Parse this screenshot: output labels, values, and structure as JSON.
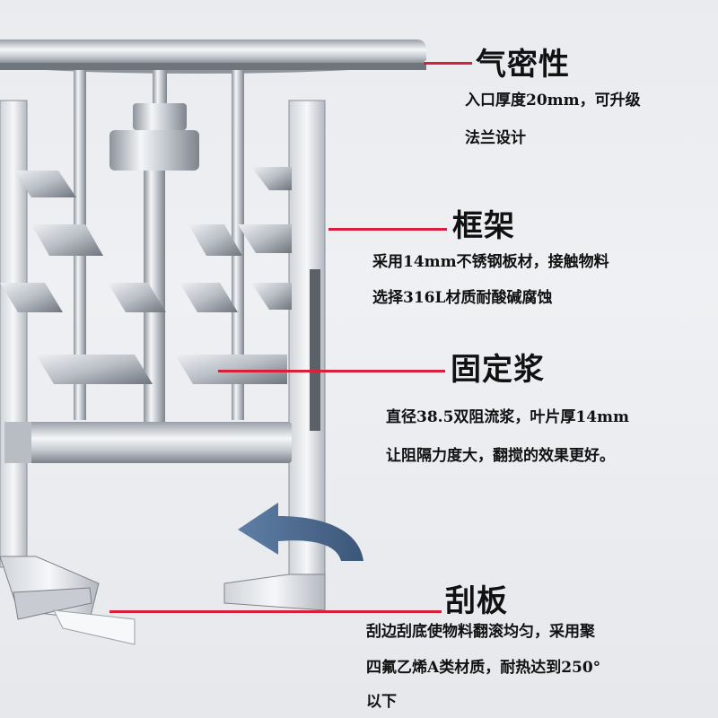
{
  "callouts": [
    {
      "title": "气密性",
      "lines": [
        "入口厚度20mm，可升级",
        "法兰设计"
      ],
      "line_color": "#d8203a"
    },
    {
      "title": "框架",
      "lines": [
        "采用14mm不锈钢板材，接触物料",
        "选择316L材质耐酸碱腐蚀"
      ],
      "line_color": "#d8203a"
    },
    {
      "title": "固定浆",
      "lines": [
        "直径38.5双阻流浆，叶片厚14mm",
        "让阻隔力度大，翻搅的效果更好。"
      ],
      "line_color": "#d8203a"
    },
    {
      "title": "刮板",
      "lines": [
        "刮边刮底使物料翻滚均匀，采用聚",
        "四氟乙烯A类材质，耐热达到250°",
        "以下"
      ],
      "line_color": "#d8203a"
    }
  ],
  "illustration": {
    "subject": "stainless-steel-mixer-agitator",
    "rotation_arrow_color": "#4a6a8f"
  }
}
